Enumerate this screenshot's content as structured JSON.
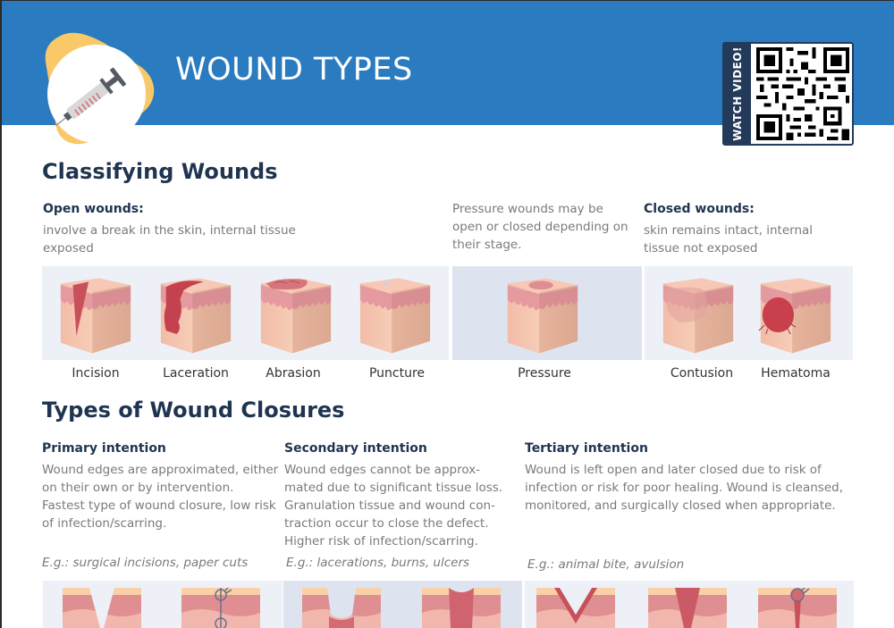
{
  "header": {
    "title": "WOUND TYPES",
    "logo_icon": "syringe-icon",
    "qr_label": "WATCH VIDEO!",
    "qr_icon": "qr-code-icon",
    "colors": {
      "header_blue": "#2a7bc0",
      "accent_yellow": "#f9c869",
      "navy": "#233a5a"
    }
  },
  "classifying": {
    "heading": "Classifying Wounds",
    "open": {
      "title": "Open wounds:",
      "description": "involve a break in the skin, internal tissue exposed"
    },
    "pressure_note": "Pressure wounds may be open or closed depending on their stage.",
    "closed": {
      "title": "Closed wounds:",
      "description": "skin remains intact, internal tissue not exposed"
    },
    "types": [
      {
        "label": "Incision",
        "icon": "incision-skin-icon"
      },
      {
        "label": "Laceration",
        "icon": "laceration-skin-icon"
      },
      {
        "label": "Abrasion",
        "icon": "abrasion-skin-icon"
      },
      {
        "label": "Puncture",
        "icon": "puncture-skin-icon"
      },
      {
        "label": "Pressure",
        "icon": "pressure-skin-icon"
      },
      {
        "label": "Contusion",
        "icon": "contusion-skin-icon"
      },
      {
        "label": "Hematoma",
        "icon": "hematoma-skin-icon"
      }
    ]
  },
  "closures": {
    "heading": "Types of Wound Closures",
    "items": [
      {
        "title": "Primary intention",
        "description": "Wound edges are approximated, either on their own or by intervention. Fastest type of wound closure, low risk of infection/scarring.",
        "example": "E.g.: surgical incisions, paper cuts"
      },
      {
        "title": "Secondary intention",
        "description": "Wound edges cannot be approx-mated due to significant tissue loss. Granulation tissue and wound con-traction occur to close the defect. Higher risk of infection/scarring.",
        "example": "E.g.: lacerations, burns, ulcers"
      },
      {
        "title": "Tertiary intention",
        "description": "Wound is left open and later closed due to risk of infection or risk for poor healing. Wound is cleansed, monitored, and surgically closed when appropriate.",
        "example": "E.g.: animal bite, avulsion"
      }
    ]
  }
}
